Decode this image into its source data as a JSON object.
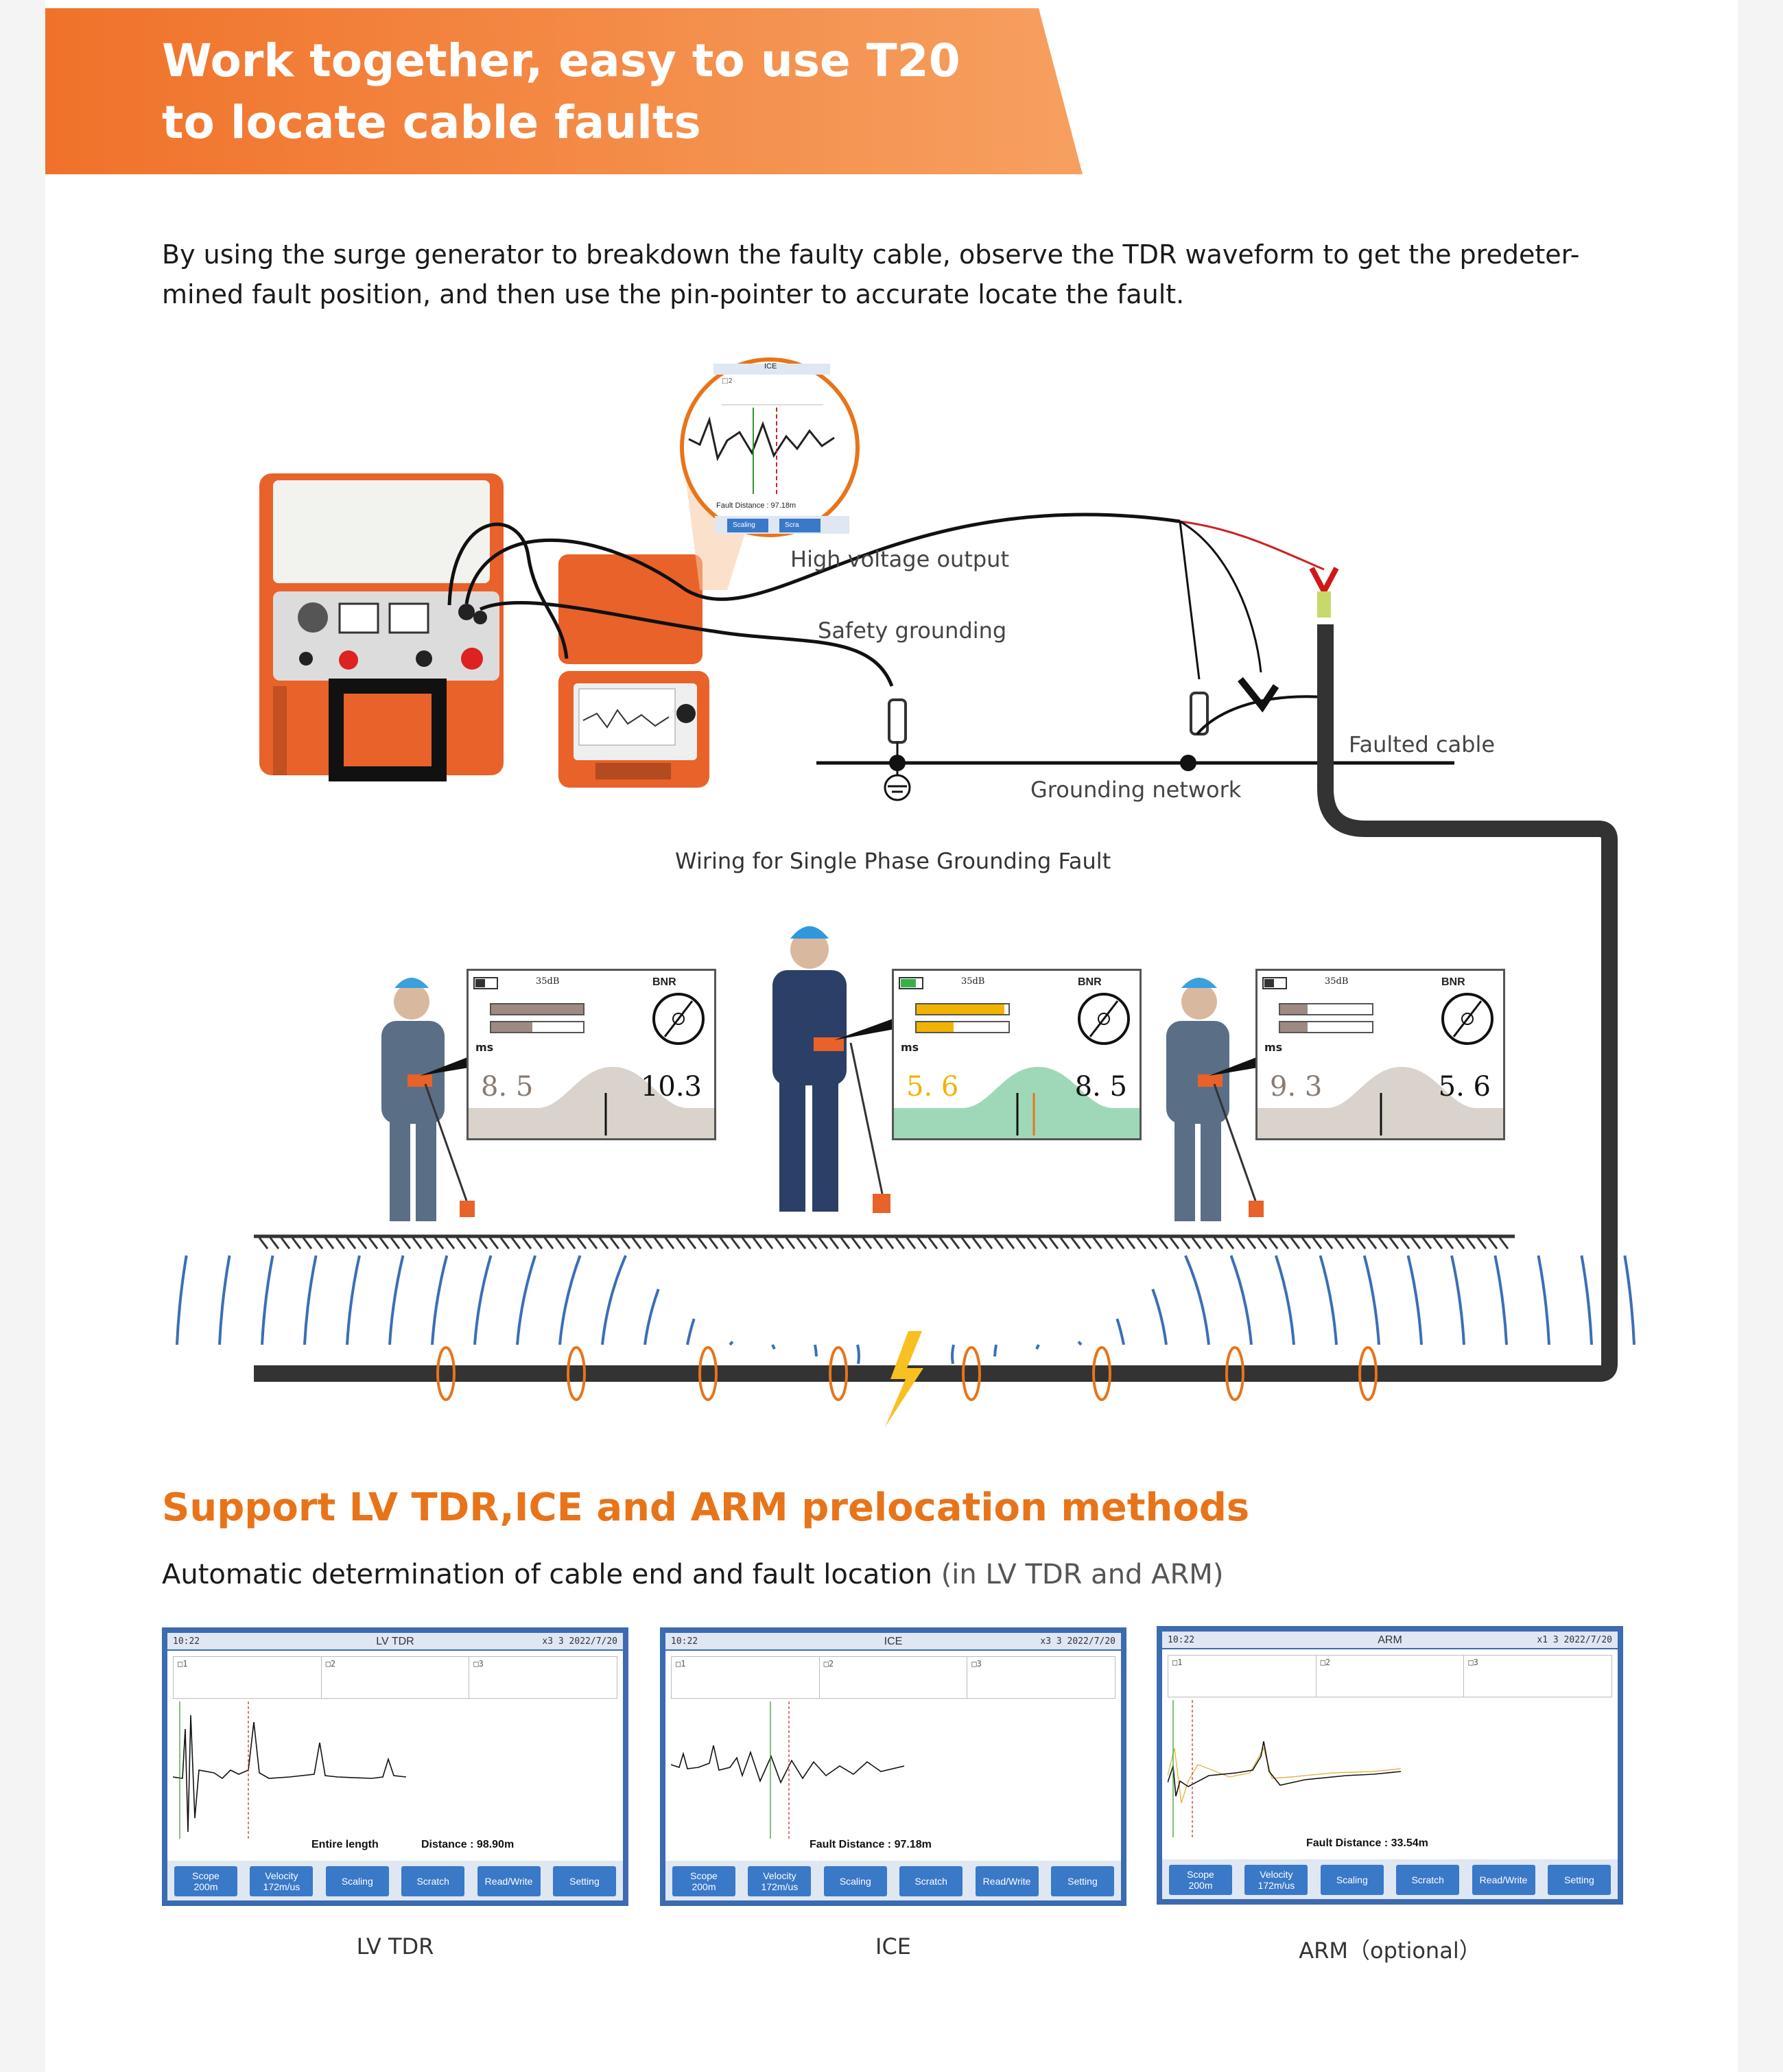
{
  "header": {
    "title_line1": "Work together, easy to use T20",
    "title_line2": "to locate cable faults",
    "accent_color": "#f07a22"
  },
  "intro": {
    "text": "By using the surge generator to breakdown the faulty cable, observe the TDR waveform to get the predeter-mined fault position, and then use the pin-pointer to accurate locate the fault."
  },
  "wiring": {
    "labels": {
      "hv_output": "High voltage output",
      "safety_ground": "Safety grounding",
      "ground_network": "Grounding network",
      "faulted_cable": "Faulted cable",
      "caption": "Wiring for Single Phase Grounding Fault"
    },
    "magnifier": {
      "title": "ICE",
      "box": "□2",
      "readout": "Fault Distance : 97.18m",
      "btn1": "Scaling",
      "btn2": "Scra"
    }
  },
  "pinpointers": [
    {
      "db": "35dB",
      "bnr": "BNR",
      "unit": "ms",
      "left_value": "8. 5",
      "right_value": "10.3",
      "bar1": 1.0,
      "bar2": 0.45,
      "active": false
    },
    {
      "db": "35dB",
      "bnr": "BNR",
      "unit": "ms",
      "left_value": "5. 6",
      "right_value": "8. 5",
      "bar1": 0.95,
      "bar2": 0.4,
      "active": true
    },
    {
      "db": "35dB",
      "bnr": "BNR",
      "unit": "ms",
      "left_value": "9. 3",
      "right_value": "5. 6",
      "bar1": 0.3,
      "bar2": 0.3,
      "active": false
    }
  ],
  "section": {
    "title": "Support LV TDR,ICE and ARM prelocation methods",
    "subtitle": "Automatic determination of cable end and fault location",
    "subtitle_note": "(in LV TDR and ARM)"
  },
  "screens": [
    {
      "time": "10:22",
      "title": "LV TDR",
      "status": "x3   3   2022/7/20",
      "boxes": [
        "□1",
        "□2",
        "□3"
      ],
      "readout_left": "Entire length",
      "readout_right": "Distance : 98.90m",
      "buttons": [
        {
          "line1": "Scope",
          "line2": "200m"
        },
        {
          "line1": "Velocity",
          "line2": "172m/us"
        },
        {
          "line1": "Scaling",
          "line2": ""
        },
        {
          "line1": "Scratch",
          "line2": ""
        },
        {
          "line1": "Read/Write",
          "line2": ""
        },
        {
          "line1": "Setting",
          "line2": ""
        }
      ],
      "caption": "LV TDR"
    },
    {
      "time": "10:22",
      "title": "ICE",
      "status": "x3   3   2022/7/20",
      "boxes": [
        "□1",
        "□2",
        "□3"
      ],
      "readout_left": "",
      "readout_right": "Fault Distance : 97.18m",
      "buttons": [
        {
          "line1": "Scope",
          "line2": "200m"
        },
        {
          "line1": "Velocity",
          "line2": "172m/us"
        },
        {
          "line1": "Scaling",
          "line2": ""
        },
        {
          "line1": "Scratch",
          "line2": ""
        },
        {
          "line1": "Read/Write",
          "line2": ""
        },
        {
          "line1": "Setting",
          "line2": ""
        }
      ],
      "caption": "ICE"
    },
    {
      "time": "10:22",
      "title": "ARM",
      "status": "x1   3   2022/7/20",
      "boxes": [
        "□1",
        "□2",
        "□3"
      ],
      "readout_left": "",
      "readout_right": "Fault Distance : 33.54m",
      "buttons": [
        {
          "line1": "Scope",
          "line2": "200m"
        },
        {
          "line1": "Velocity",
          "line2": "172m/us"
        },
        {
          "line1": "Scaling",
          "line2": ""
        },
        {
          "line1": "Scratch",
          "line2": ""
        },
        {
          "line1": "Read/Write",
          "line2": ""
        },
        {
          "line1": "Setting",
          "line2": ""
        }
      ],
      "caption": "ARM（optional）"
    }
  ],
  "colors": {
    "screen_frame": "#3b6bb0",
    "screen_button": "#3a78c8",
    "device_orange": "#e8622a",
    "cable": "#333333",
    "wave_blue": "#3a6fb5",
    "ring_orange": "#e8741a",
    "pin_active_fill": "#9fd8b8",
    "pin_idle_fill": "#d9d3cb",
    "bar_active": "#f0b400",
    "bar_idle": "#9e8a82"
  }
}
